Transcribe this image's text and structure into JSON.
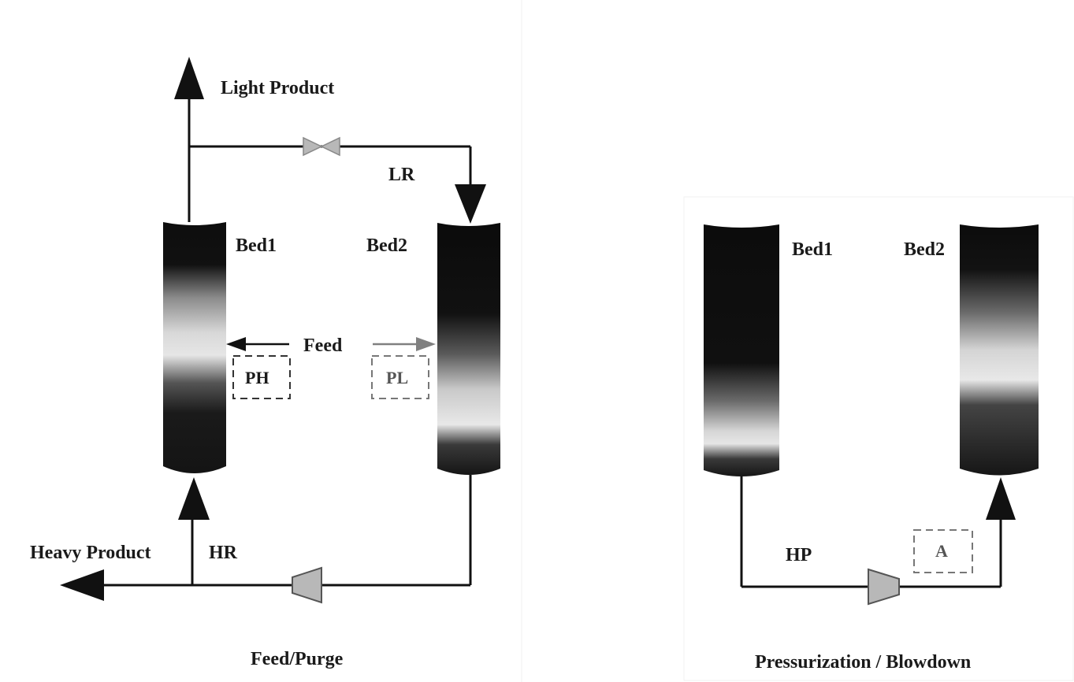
{
  "feed_purge": {
    "caption": "Feed/Purge",
    "light_product": "Light Product",
    "heavy_product": "Heavy Product",
    "lr": "LR",
    "hr": "HR",
    "feed": "Feed",
    "bed1": "Bed1",
    "bed2": "Bed2",
    "ph": "PH",
    "pl": "PL"
  },
  "pressurization_blowdown": {
    "caption": "Pressurization / Blowdown",
    "bed1": "Bed1",
    "bed2": "Bed2",
    "hp": "HP",
    "a": "A"
  },
  "colors": {
    "line": "#111111",
    "equipment": "#b8b8b8",
    "grey_arrow": "#808080",
    "dashed_dark": "#333333",
    "dashed_light": "#777777"
  }
}
